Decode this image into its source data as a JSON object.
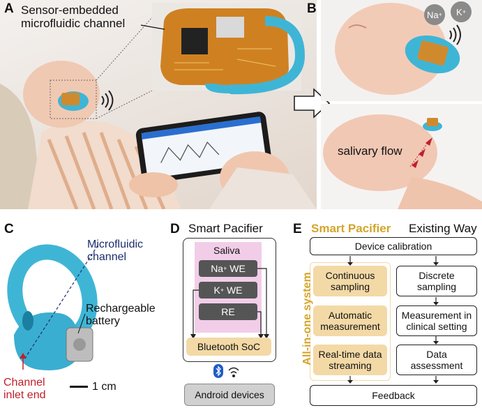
{
  "panels": {
    "a": "A",
    "b": "B",
    "c": "C",
    "d": "D",
    "e": "E"
  },
  "panel_a": {
    "callout": "Sensor-embedded\nmicrofluidic channel"
  },
  "panel_b": {
    "ion_na": "Na",
    "ion_na_sup": "+",
    "ion_k": "K",
    "ion_k_sup": "+",
    "flow_label": "salivary flow"
  },
  "panel_c": {
    "channel_label": "Microfluidic\nchannel",
    "battery_label": "Rechargeable\nbattery",
    "inlet_label": "Channel\ninlet end",
    "scale_label": "1 cm"
  },
  "panel_d": {
    "title": "Smart Pacifier",
    "saliva": "Saliva",
    "na_we": "Na",
    "na_we_sup": "+",
    "na_we_suffix": " WE",
    "k_we": "K",
    "k_we_sup": "+",
    "k_we_suffix": " WE",
    "re": "RE",
    "soc": "Bluetooth SoC",
    "android": "Android devices"
  },
  "panel_e": {
    "smart_header": "Smart Pacifier",
    "existing_header": "Existing Way",
    "calibration": "Device calibration",
    "system_label": "All-in-one system",
    "smart_steps": [
      "Continuous\nsampling",
      "Automatic\nmeasurement",
      "Real-time data\nstreaming"
    ],
    "existing_steps": [
      "Discrete\nsampling",
      "Measurement in\nclinical setting",
      "Data\nassessment"
    ],
    "feedback": "Feedback"
  },
  "colors": {
    "tan": "#f3d9a6",
    "gold": "#d4a52a",
    "pink": "#f2cde8",
    "dark_box": "#555555",
    "android_gray": "#d0d0d0",
    "bluetooth": "#1f5bc6",
    "red_label": "#c0202a",
    "navy_label": "#1c2e6b",
    "pacifier_blue": "#3fb5d6"
  }
}
